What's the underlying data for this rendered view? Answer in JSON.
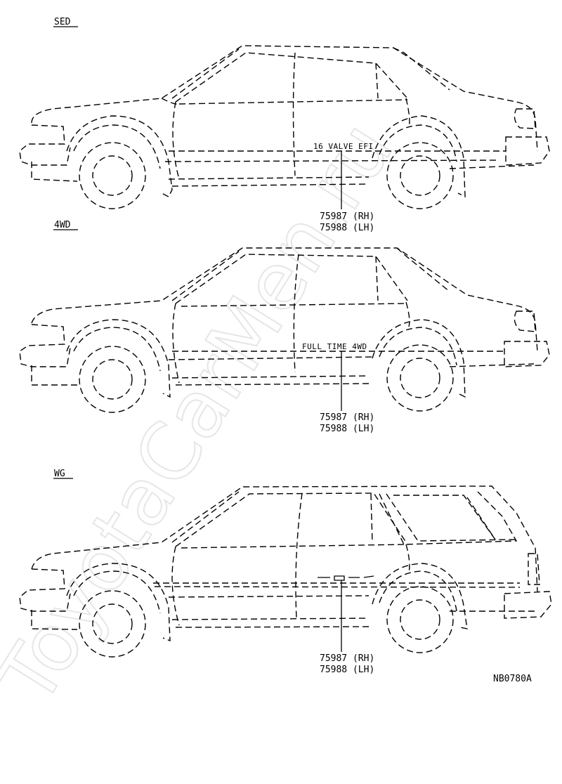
{
  "watermark": "ToyotaCarMen.ru",
  "sections": [
    {
      "id": "sed",
      "heading": "SED",
      "emblem_text": "16 VALVE EFI",
      "part_numbers": [
        "75987 (RH)",
        "75988 (LH)"
      ]
    },
    {
      "id": "4wd",
      "heading": "4WD",
      "emblem_text": "FULL TIME 4WD",
      "part_numbers": [
        "75987 (RH)",
        "75988 (LH)"
      ]
    },
    {
      "id": "wg",
      "heading": "WG",
      "emblem_text": "",
      "part_numbers": [
        "75987 (RH)",
        "75988 (LH)"
      ]
    }
  ],
  "diagram_code": "NB0780A"
}
